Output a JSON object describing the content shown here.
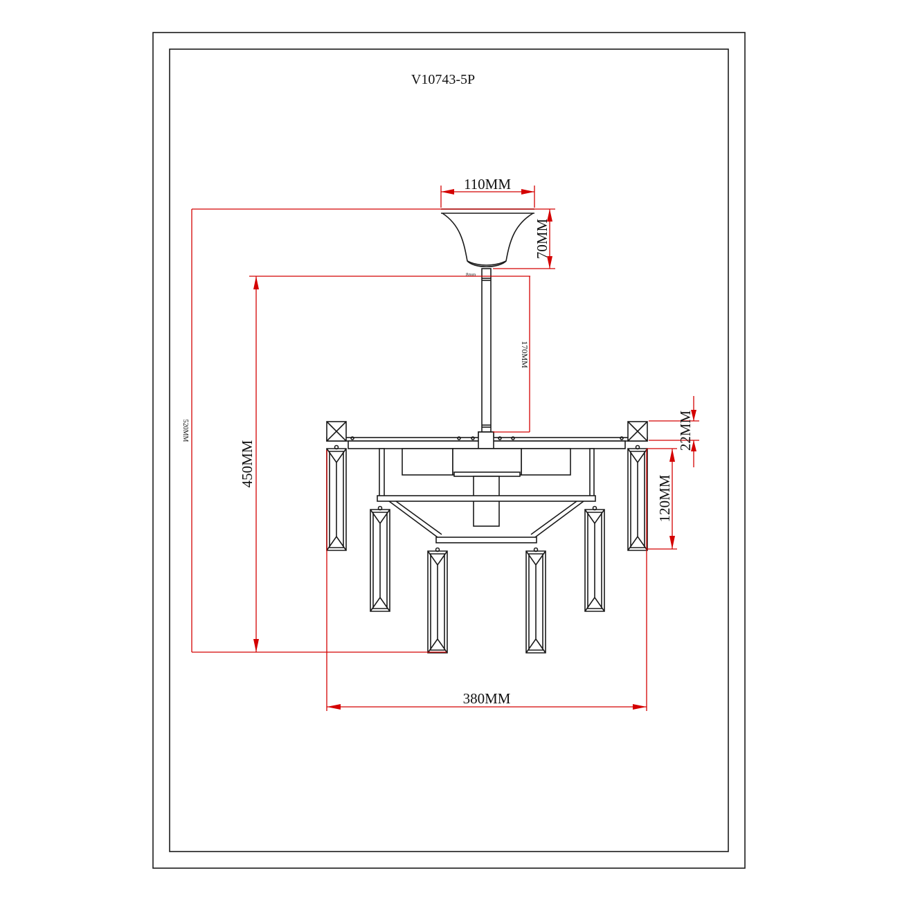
{
  "drawing": {
    "model": "V10743-5P",
    "rod_note": "8mm",
    "dimensions": {
      "canopy_width": "110MM",
      "canopy_height": "70MM",
      "total_height": "520MM",
      "fixture_height": "450MM",
      "rod_length": "170MM",
      "plate_height": "22MM",
      "crystal_length": "120MM",
      "overall_width": "380MM"
    }
  },
  "colors": {
    "dimension": "#d40000",
    "ink": "#1a1a1a"
  }
}
